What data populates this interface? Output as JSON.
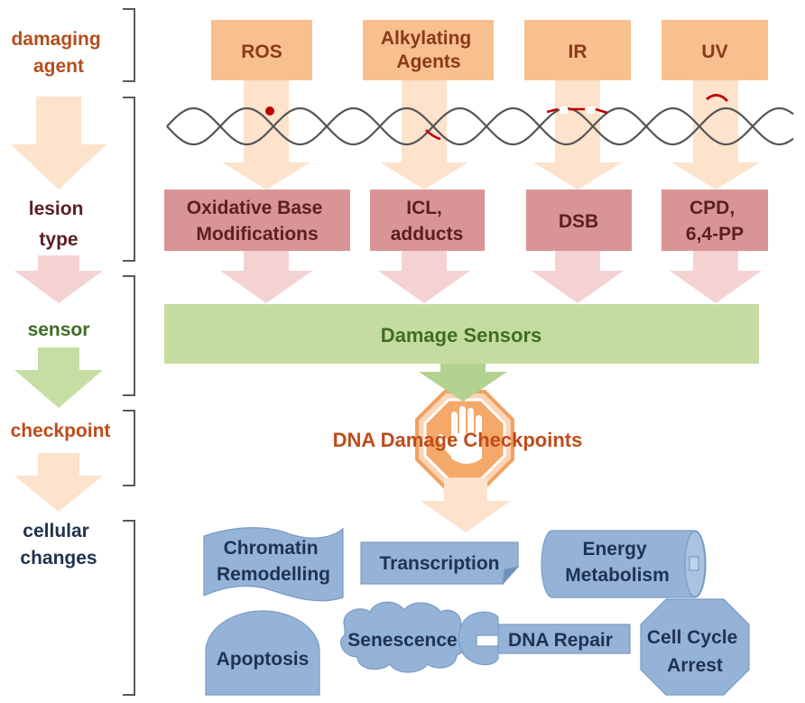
{
  "stages": {
    "damaging_agent": {
      "line1": "damaging",
      "line2": "agent"
    },
    "lesion_type": {
      "line1": "lesion",
      "line2": "type"
    },
    "sensor": "sensor",
    "checkpoint": "checkpoint",
    "cellular_changes": {
      "line1": "cellular",
      "line2": "changes"
    }
  },
  "agents": {
    "ros": "ROS",
    "alkylating": {
      "line1": "Alkylating",
      "line2": "Agents"
    },
    "ir": "IR",
    "uv": "UV"
  },
  "lesions": {
    "oxidative": {
      "line1": "Oxidative Base",
      "line2": "Modifications"
    },
    "icl": {
      "line1": "ICL,",
      "line2": "adducts"
    },
    "dsb": "DSB",
    "cpd": {
      "line1": "CPD,",
      "line2": "6,4-PP"
    }
  },
  "sensors": "Damage Sensors",
  "checkpoints": "DNA Damage Checkpoints",
  "changes": {
    "chromatin": {
      "line1": "Chromatin",
      "line2": "Remodelling"
    },
    "transcription": "Transcription",
    "energy": {
      "line1": "Energy",
      "line2": "Metabolism"
    },
    "apoptosis": "Apoptosis",
    "senescence": "Senescence",
    "dna_repair": "DNA Repair",
    "cell_cycle": {
      "line1": "Cell Cycle",
      "line2": "Arrest"
    }
  },
  "colors": {
    "agent_fill": "#f9c08f",
    "lesion_fill": "#d99595",
    "sensor_fill": "#c5dca1",
    "change_fill": "#94b3d7",
    "change_stroke": "#7a9bc4",
    "agent_text": "#8a3a17",
    "lesion_text": "#5a1f24",
    "sensor_text": "#3f6d26",
    "change_text": "#1f3350",
    "checkpoint_text": "#bf4b1b",
    "bracket": "#595959",
    "dna": "#555555",
    "damage": "#c00000"
  }
}
